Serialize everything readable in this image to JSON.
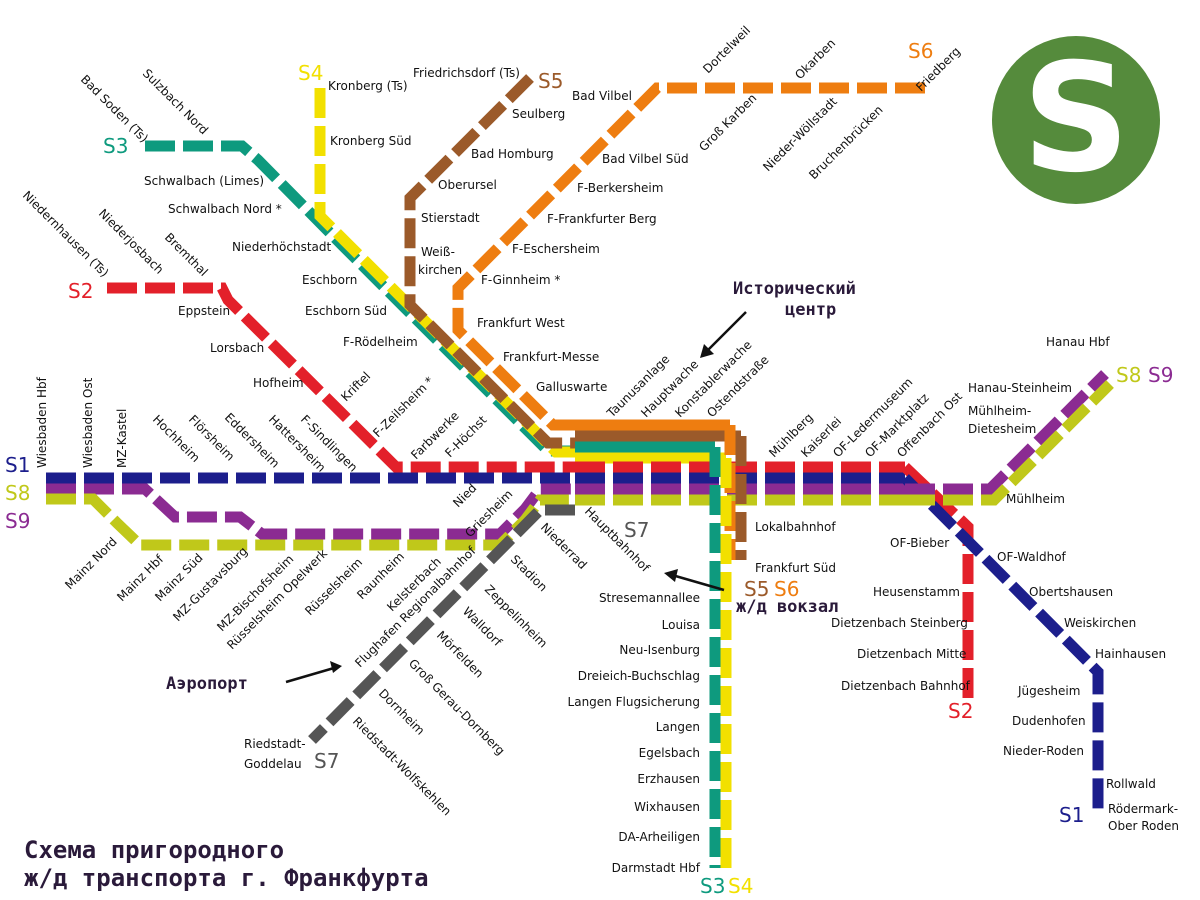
{
  "title": {
    "line1": "Схема пригородного",
    "line2": "ж/д транспорта г. Франкфурта"
  },
  "annotations": {
    "historic_center": [
      "Исторический",
      "центр"
    ],
    "main_station": "ж/д вокзал",
    "airport": "Аэропорт"
  },
  "logo": {
    "letter": "S",
    "color": "#558b3c"
  },
  "line_colors": {
    "S1": "#1c1e8c",
    "S2": "#e3202a",
    "S3": "#0e9a7e",
    "S4": "#f2e000",
    "S5": "#9b5a2a",
    "S6": "#ee7d10",
    "S7": "#555555",
    "S8": "#c0c81a",
    "S9": "#8b2b92"
  },
  "lines": [
    "S1",
    "S2",
    "S3",
    "S4",
    "S5",
    "S6",
    "S7",
    "S8",
    "S9"
  ],
  "stations": {
    "s3_branch": [
      "Bad Soden (Ts)",
      "Sulzbach Nord",
      "Schwalbach (Limes)",
      "Schwalbach Nord *",
      "Niederhöchstadt",
      "Eschborn",
      "Eschborn Süd",
      "F-Rödelheim"
    ],
    "s4_branch": [
      "Kronberg (Ts)",
      "Kronberg Süd"
    ],
    "s5_branch": [
      "Friedrichsdorf (Ts)",
      "Seulberg",
      "Bad Homburg",
      "Oberursel",
      "Stierstadt",
      "Weiß-",
      "kirchen"
    ],
    "s6_branch": [
      "Friedberg",
      "Bruchenbrücken",
      "Nieder-Wöllstadt",
      "Okarben",
      "Groß Karben",
      "Dortelweil",
      "Bad Vilbel",
      "Bad Vilbel Süd",
      "F-Berkersheim",
      "F-Frankfurter Berg",
      "F-Eschersheim",
      "F-Ginnheim *"
    ],
    "common_west": [
      "Frankfurt West",
      "Frankfurt-Messe",
      "Galluswarte"
    ],
    "s2_branch": [
      "Niedernhausen (Ts)",
      "Niederjosbach",
      "Bremthal",
      "Eppstein",
      "Lorsbach",
      "Hofheim",
      "Kriftel",
      "F-Zeilsheim *"
    ],
    "s1_west": [
      "Wiesbaden Hbf",
      "Wiesbaden Ost",
      "MZ-Kastel",
      "Hochheim",
      "Flörsheim",
      "Eddersheim",
      "Hattersheim",
      "F-Sindlingen",
      "Farbwerke",
      "F-Höchst",
      "Nied",
      "Griesheim"
    ],
    "s8_west": [
      "Mainz Nord",
      "Mainz Hbf",
      "Mainz Süd",
      "MZ-Gustavsburg",
      "MZ-Bischofsheim",
      "Rüsselsheim Opelwerk",
      "Rüsselsheim",
      "Raunheim",
      "Kelsterbach",
      "Flughafen Regionalbahnhof"
    ],
    "s7_branch": [
      "Niederrad",
      "Stadion",
      "Zeppelinheim",
      "Walldorf",
      "Mörfelden",
      "Groß Gerau-Dornberg",
      "Dornheim",
      "Riedstadt-Wolfskehlen",
      "Riedstadt-",
      "Goddelau"
    ],
    "tunnel": [
      "Hauptbahnhof",
      "Taunusanlage",
      "Hauptwache",
      "Konstablerwache",
      "Ostendstraße"
    ],
    "s5s6_south": [
      "Lokalbahnhof",
      "Frankfurt Süd"
    ],
    "east": [
      "Mühlberg",
      "Kaiserlei",
      "OF-Ledermuseum",
      "OF-Marktplatz",
      "Offenbach Ost"
    ],
    "s8_east": [
      "Mühlheim",
      "Hanau-Steinheim",
      "Mühlheim-",
      "Dietesheim",
      "Hanau Hbf"
    ],
    "s2_south": [
      "OF-Bieber",
      "Heusenstamm",
      "Dietzenbach Steinberg",
      "Dietzenbach Mitte",
      "Dietzenbach Bahnhof"
    ],
    "s1_south": [
      "OF-Waldhof",
      "Obertshausen",
      "Weiskirchen",
      "Hainhausen",
      "Jügesheim",
      "Dudenhofen",
      "Nieder-Roden",
      "Rollwald",
      "Rödermark-",
      "Ober Roden"
    ],
    "s3s4_south": [
      "Stresemannallee",
      "Louisa",
      "Neu-Isenburg",
      "Dreieich-Buchschlag",
      "Langen Flugsicherung",
      "Langen",
      "Egelsbach",
      "Erzhausen",
      "Wixhausen",
      "DA-Arheiligen",
      "Darmstadt Hbf"
    ]
  }
}
